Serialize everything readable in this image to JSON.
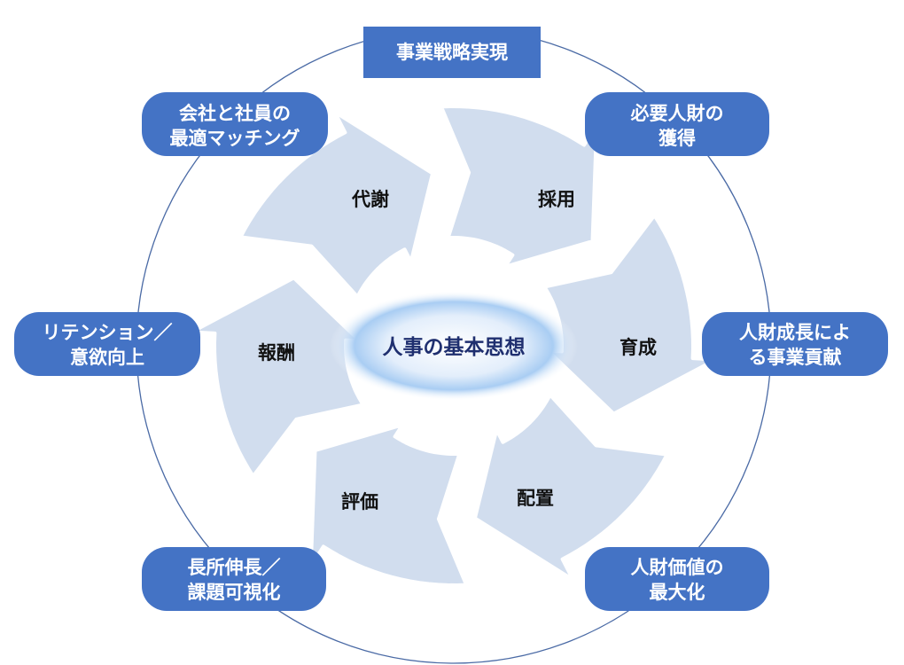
{
  "center": {
    "label": "人事の基本思想"
  },
  "stages": [
    {
      "id": "dispose",
      "label": "代謝"
    },
    {
      "id": "hire",
      "label": "採用"
    },
    {
      "id": "develop",
      "label": "育成"
    },
    {
      "id": "assign",
      "label": "配置"
    },
    {
      "id": "evaluate",
      "label": "評価"
    },
    {
      "id": "reward",
      "label": "報酬"
    }
  ],
  "outcomes": {
    "top": {
      "lines": [
        "事業戦略実現"
      ]
    },
    "top_right": {
      "lines": [
        "必要人財の",
        "獲得"
      ]
    },
    "right": {
      "lines": [
        "人財成長によ",
        "る事業貢献"
      ]
    },
    "bottom_right": {
      "lines": [
        "人財価値の",
        "最大化"
      ]
    },
    "bottom_left": {
      "lines": [
        "長所伸長／",
        "課題可視化"
      ]
    },
    "left": {
      "lines": [
        "リテンション／",
        "意欲向上"
      ]
    },
    "top_left": {
      "lines": [
        "会社と社員の",
        "最適マッチング"
      ]
    }
  },
  "colors": {
    "arrow_fill": "#d1ddee",
    "pill_fill": "#4473c5",
    "pill_text": "#ffffff",
    "circle_stroke": "#4a6aa5",
    "stage_text": "#111111",
    "center_text": "#1f2f6f",
    "center_glow": "#9ec6f2"
  }
}
